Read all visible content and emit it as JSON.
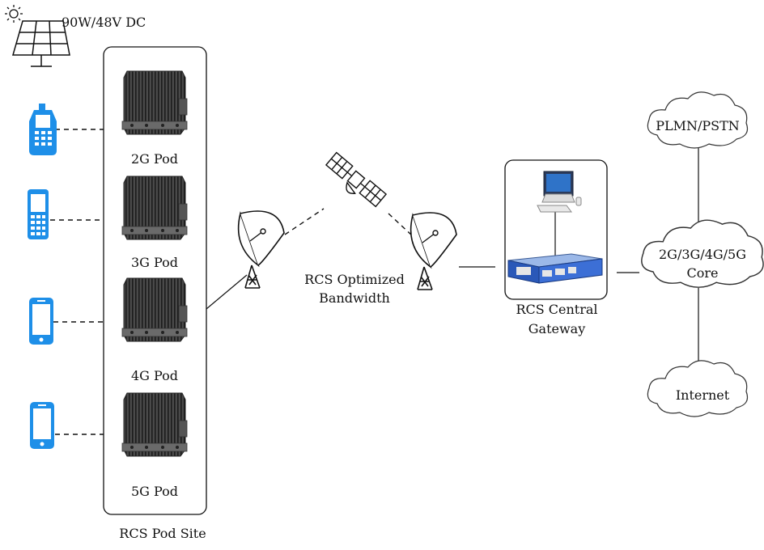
{
  "power": {
    "label": "90W/48V DC"
  },
  "pod_site": {
    "caption": "RCS Pod Site",
    "pods": [
      {
        "label": "2G Pod"
      },
      {
        "label": "3G Pod"
      },
      {
        "label": "4G Pod"
      },
      {
        "label": "5G Pod"
      }
    ]
  },
  "satellite_link": {
    "line1": "RCS Optimized",
    "line2": "Bandwidth"
  },
  "gateway": {
    "line1": "RCS Central",
    "line2": "Gateway"
  },
  "clouds": {
    "plmn": "PLMN/PSTN",
    "core_line1": "2G/3G/4G/5G",
    "core_line2": "Core",
    "internet": "Internet"
  },
  "icons": [
    "sun-icon",
    "solar-panel-icon",
    "feature-phone-icon",
    "candybar-phone-icon",
    "smartphone-icon",
    "satellite-icon",
    "satellite-dish-icon",
    "monitor-icon",
    "gateway-server-icon",
    "cloud-icon"
  ],
  "colors": {
    "phone_blue": "#1e8fe8",
    "line": "#111111",
    "heatsink_dark": "#2c2c2c"
  }
}
